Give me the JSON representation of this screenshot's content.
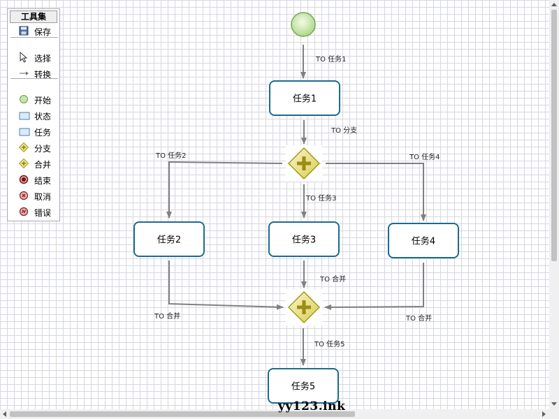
{
  "toolbox": {
    "title": "工具集",
    "groups": [
      [
        {
          "id": "save",
          "label": "保存",
          "icon": "save-icon"
        }
      ],
      [
        {
          "id": "select",
          "label": "选择",
          "icon": "pointer-icon"
        },
        {
          "id": "transition",
          "label": "转换",
          "icon": "arrow-icon"
        }
      ],
      [
        {
          "id": "start",
          "label": "开始",
          "icon": "start-event-icon"
        },
        {
          "id": "state",
          "label": "状态",
          "icon": "state-icon"
        },
        {
          "id": "task",
          "label": "任务",
          "icon": "task-icon"
        },
        {
          "id": "fork",
          "label": "分支",
          "icon": "fork-gateway-icon"
        },
        {
          "id": "join",
          "label": "合并",
          "icon": "join-gateway-icon"
        },
        {
          "id": "end",
          "label": "结束",
          "icon": "end-event-icon"
        },
        {
          "id": "cancel",
          "label": "取消",
          "icon": "cancel-event-icon"
        },
        {
          "id": "error",
          "label": "错误",
          "icon": "error-event-icon"
        }
      ]
    ]
  },
  "diagram": {
    "nodes": {
      "start": {
        "type": "start"
      },
      "task1": {
        "type": "task",
        "label": "任务1"
      },
      "fork": {
        "type": "gateway"
      },
      "task2": {
        "type": "task",
        "label": "任务2"
      },
      "task3": {
        "type": "task",
        "label": "任务3"
      },
      "task4": {
        "type": "task",
        "label": "任务4"
      },
      "join": {
        "type": "gateway"
      },
      "task5": {
        "type": "task",
        "label": "任务5"
      }
    },
    "edges": [
      {
        "id": "start-task1",
        "label": "TO 任务1"
      },
      {
        "id": "task1-fork",
        "label": "TO 分支"
      },
      {
        "id": "fork-task2",
        "label": "TO 任务2"
      },
      {
        "id": "fork-task3",
        "label": "TO 任务3"
      },
      {
        "id": "fork-task4",
        "label": "TO 任务4"
      },
      {
        "id": "task2-join",
        "label": "TO 合并"
      },
      {
        "id": "task3-join",
        "label": "TO 合并"
      },
      {
        "id": "task4-join",
        "label": "TO 合并"
      },
      {
        "id": "join-task5",
        "label": "TO 任务5"
      }
    ]
  },
  "watermark": "yy123.ink",
  "colors": {
    "grid": "#d6d6e2",
    "task_border": "#1b6b8e",
    "edge": "#808080",
    "gateway_fill": "#f0e68c",
    "gateway_stroke": "#a39a1a",
    "start_fill": "#c6e6a8"
  }
}
